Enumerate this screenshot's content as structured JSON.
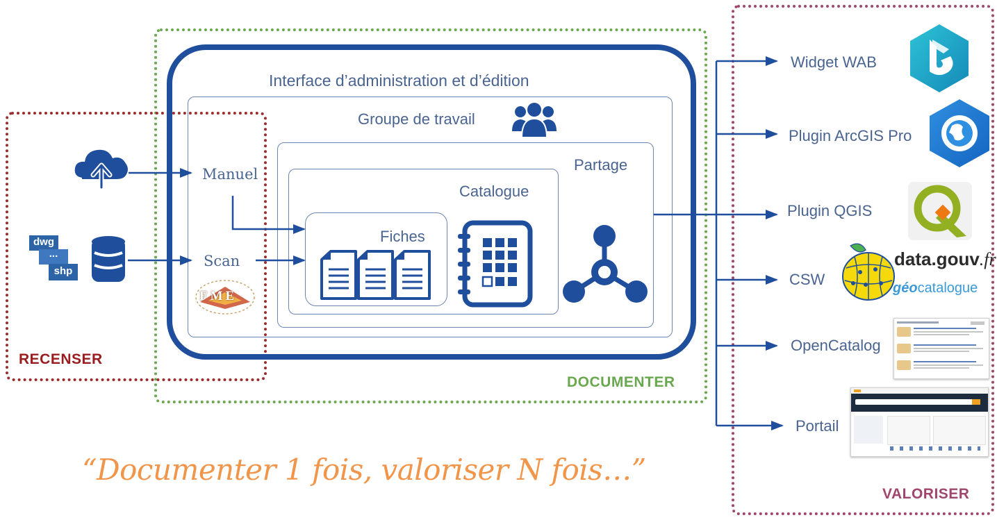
{
  "zones": {
    "recenser": "RECENSER",
    "documenter": "DOCUMENTER",
    "valoriser": "VALORISER"
  },
  "admin": {
    "title": "Interface d’administration et d’édition",
    "groupe": "Groupe de travail",
    "partage": "Partage",
    "catalogue": "Catalogue",
    "fiches": "Fiches"
  },
  "inputs": {
    "manuel": "Manuel",
    "scan": "Scan",
    "file_formats": [
      "dwg",
      "...",
      "shp"
    ],
    "fme_logo": "FME"
  },
  "outputs": [
    {
      "label": "Widget WAB"
    },
    {
      "label": "Plugin ArcGIS Pro"
    },
    {
      "label": "Plugin QGIS"
    },
    {
      "label": "CSW"
    },
    {
      "label": "OpenCatalog"
    },
    {
      "label": "Portail"
    }
  ],
  "logos": {
    "datagouv": "data.gouv",
    "datagouv_suffix": ".fr",
    "geo": "géo",
    "geo_catalogue": "catalogue"
  },
  "quote": "“Documenter 1 fois, valoriser N fois…”",
  "colors": {
    "primary": "#1f4e9c",
    "text": "#4a6491",
    "recenser": "#9b2c2f",
    "documenter": "#6aa84f",
    "valoriser": "#a0466e",
    "quote": "#f0954a"
  }
}
